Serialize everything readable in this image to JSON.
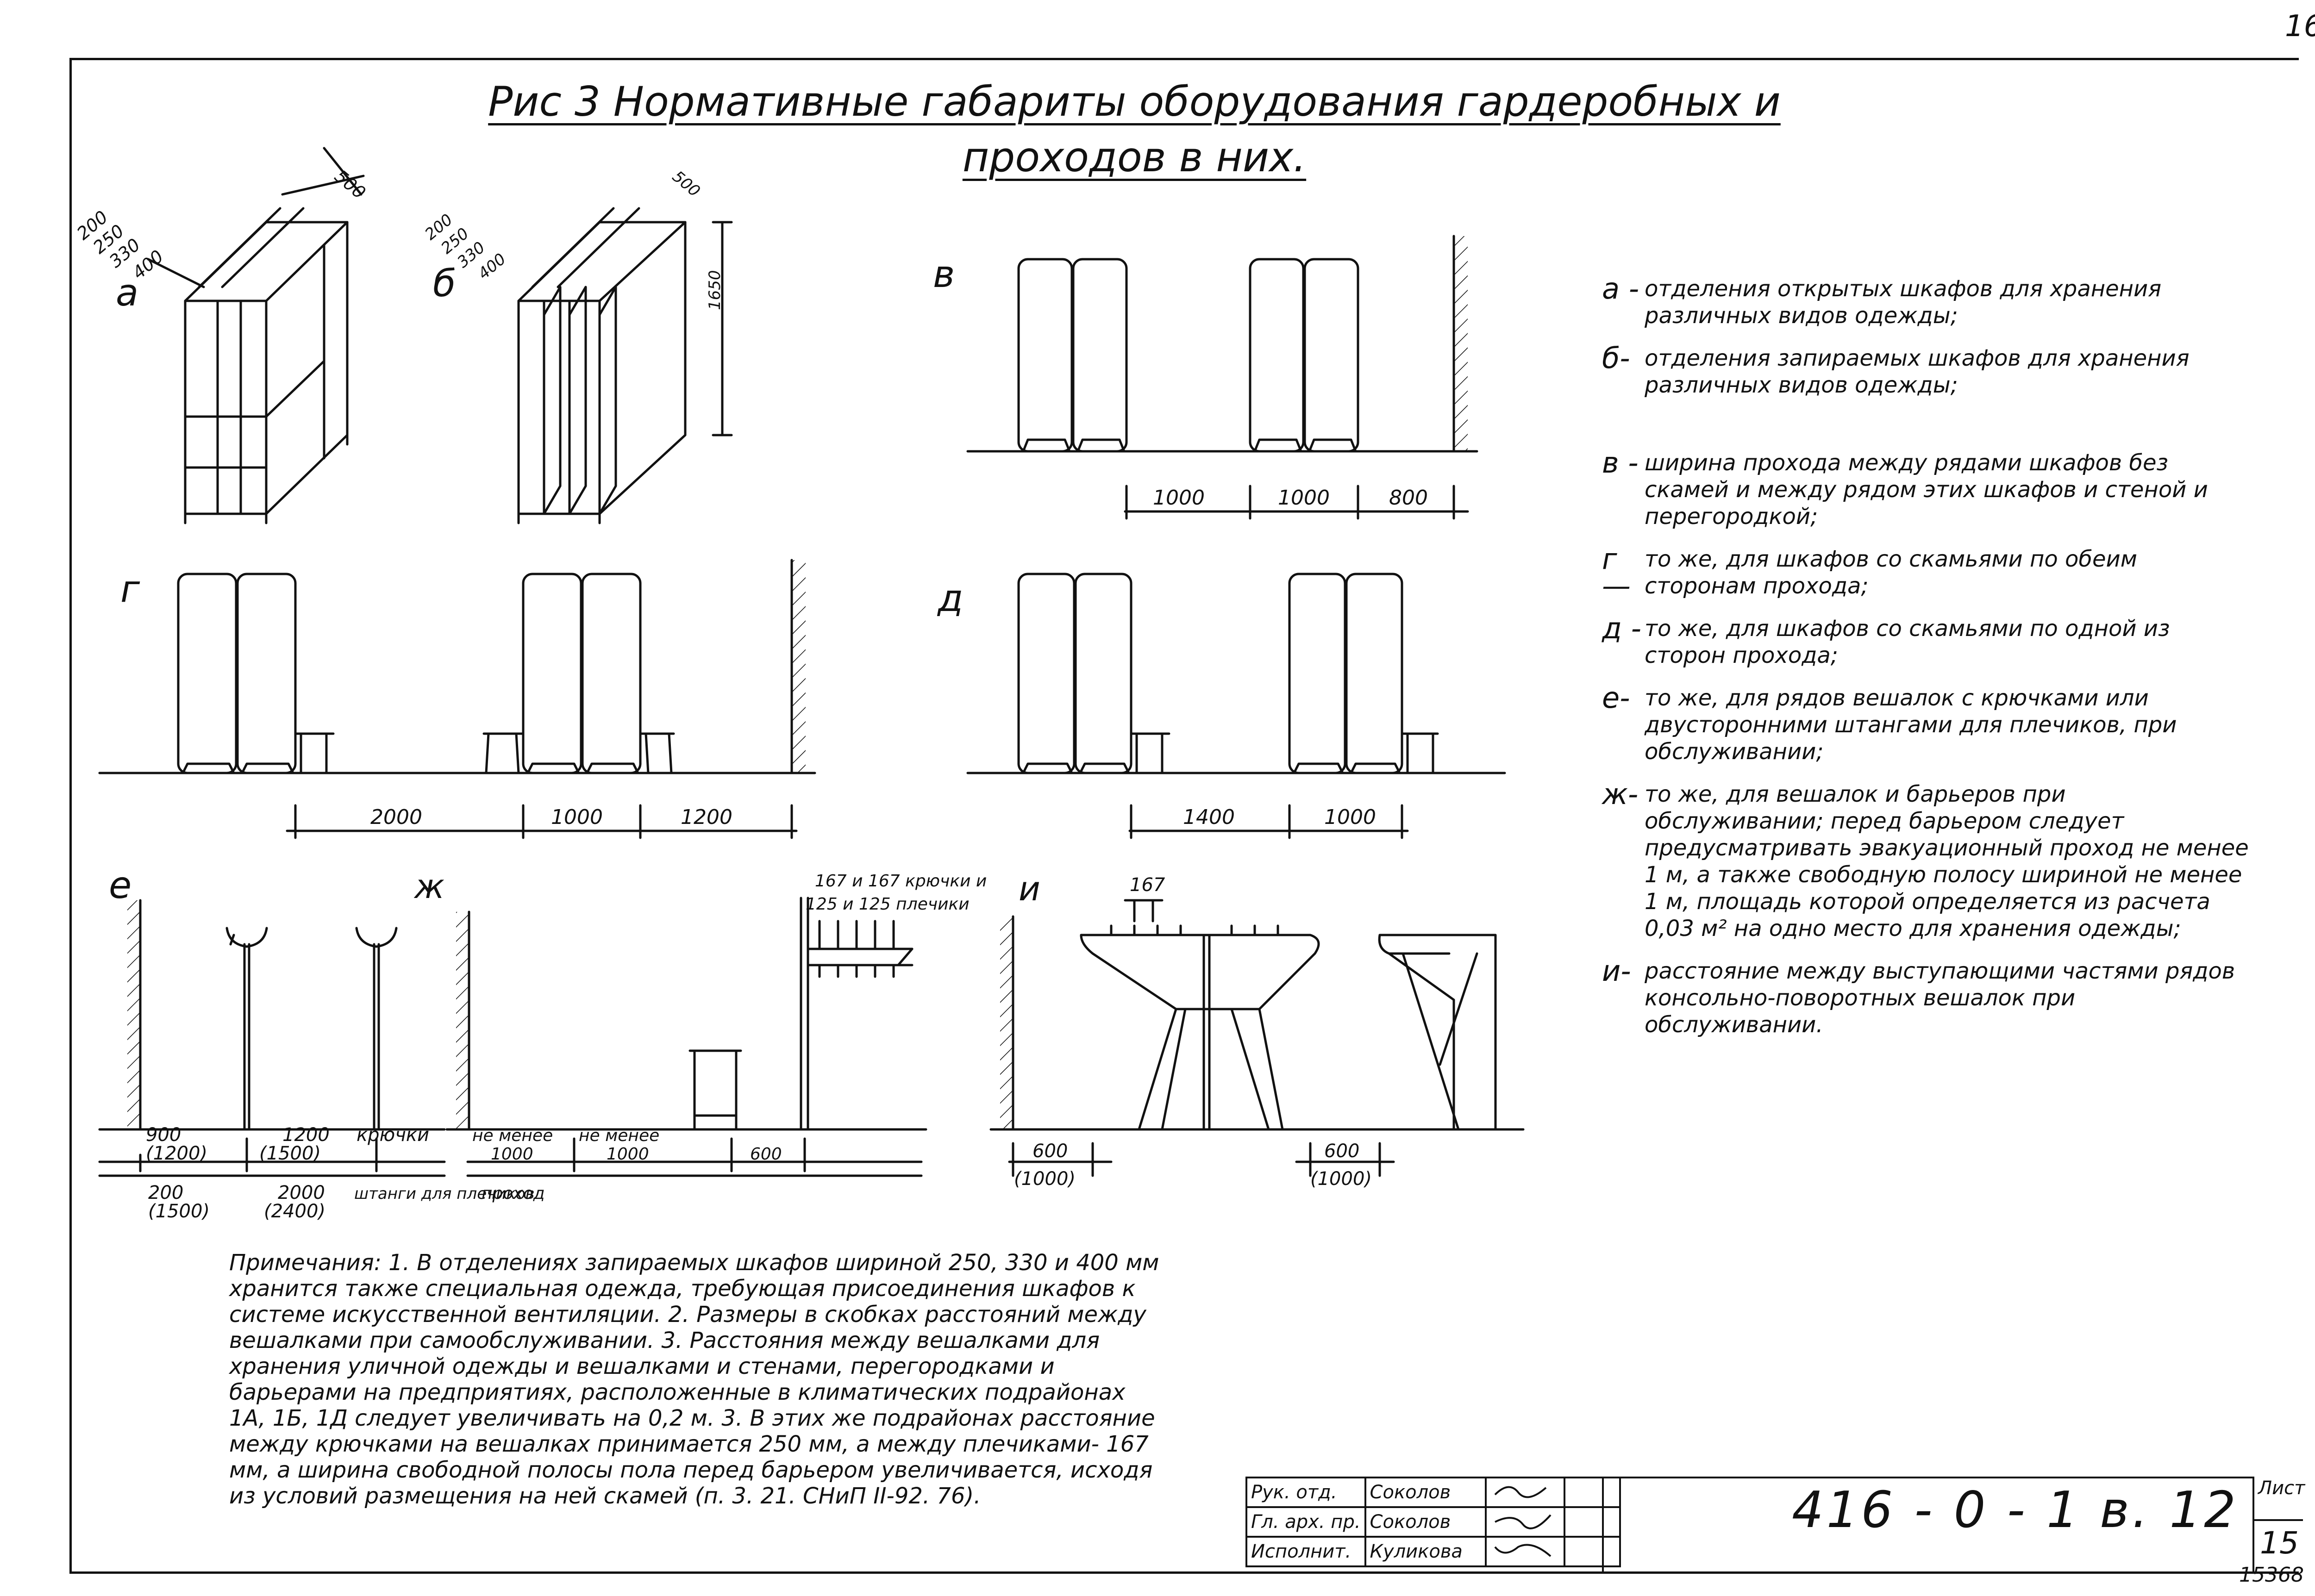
{
  "page_number": "16",
  "title": {
    "line1": "Рис 3  Нормативные  габариты  оборудования  гардеробных  и",
    "line2": "проходов  в  них."
  },
  "figures": {
    "a": {
      "letter": "а",
      "dims": [
        "200",
        "250",
        "330",
        "400",
        "500"
      ]
    },
    "b": {
      "letter": "б",
      "dims": [
        "200",
        "250",
        "330",
        "400",
        "500",
        "1650"
      ]
    },
    "v": {
      "letter": "в",
      "dims": [
        "1000",
        "1000",
        "800"
      ]
    },
    "g": {
      "letter": "г",
      "dims": [
        "2000",
        "1000",
        "1200"
      ]
    },
    "d": {
      "letter": "д",
      "dims": [
        "1400",
        "1000"
      ]
    },
    "e": {
      "letter": "е",
      "dims": [
        "900",
        "(1200)",
        "1200",
        "(1500)",
        "крючки",
        "200",
        "(1500)",
        "2000",
        "(2400)",
        "штанги для плечиков"
      ]
    },
    "zh": {
      "letter": "ж",
      "top": [
        "167 и 167 крючки и",
        "125 и 125 плечики"
      ],
      "dims": [
        "не менее",
        "1000",
        "не менее",
        "1000",
        "600",
        "проход"
      ]
    },
    "i": {
      "letter": "и",
      "top": "167",
      "dims": [
        "600",
        "(1000)",
        "600",
        "(1000)"
      ]
    }
  },
  "legend": [
    {
      "key": "а -",
      "text": "отделения открытых шкафов для хранения различных видов одежды;"
    },
    {
      "key": "б-",
      "text": "отделения запираемых шкафов для хранения различных видов одежды;"
    },
    {
      "key": "в -",
      "text": "ширина прохода между рядами шкафов без скамей и между рядом этих шкафов и стеной и перегородкой;"
    },
    {
      "key": "г —",
      "text": "то же, для шкафов со скамьями по обеим сторонам прохода;"
    },
    {
      "key": "д -",
      "text": "то же, для шкафов со скамьями по одной из сторон прохода;"
    },
    {
      "key": "е-",
      "text": "то же, для рядов вешалок с крючками или двусторонними штангами для плечиков, при обслуживании;"
    },
    {
      "key": "ж-",
      "text": "то же, для вешалок и барьеров при обслуживании; перед барьером следует предусматривать эвакуационный проход не менее 1 м, а также свободную полосу шириной не менее 1 м, площадь которой определяется из расчета 0,03 м² на одно место для хранения одежды;"
    },
    {
      "key": "и-",
      "text": "расстояние между выступающими частями рядов консольно-поворотных вешалок при обслуживании."
    }
  ],
  "notes": "Примечания:  1. В отделениях запираемых шкафов шириной 250, 330 и 400 мм хранится также специальная одежда, требующая присоединения шкафов к системе искусственной вентиляции.  2. Размеры в скобках расстояний между вешалками при самообслуживании.  3. Расстояния между вешалками для хранения уличной одежды и вешалками и стенами, перегородками и барьерами на предприятиях, расположенные в климатических подрайонах 1А, 1Б, 1Д следует увеличивать  на 0,2 м.  3. В этих же подрайонах расстояние между крючками на вешалках принимается 250 мм, а между плечиками- 167 мм, а ширина свободной полосы пола перед барьером увеличивается, исходя из условий размещения на ней скамей (п. 3. 21. СНиП II-92. 76).",
  "stamp": {
    "rows": [
      {
        "role": "Рук. отд.",
        "name": "Соколов"
      },
      {
        "role": "Гл. арх. пр.",
        "name": "Соколов"
      },
      {
        "role": "Исполнит.",
        "name": "Куликова"
      }
    ],
    "code": "416 - 0 - 1   в. 12",
    "sheet_label": "Лист",
    "sheet_number": "15"
  },
  "sheet_code": "15368"
}
